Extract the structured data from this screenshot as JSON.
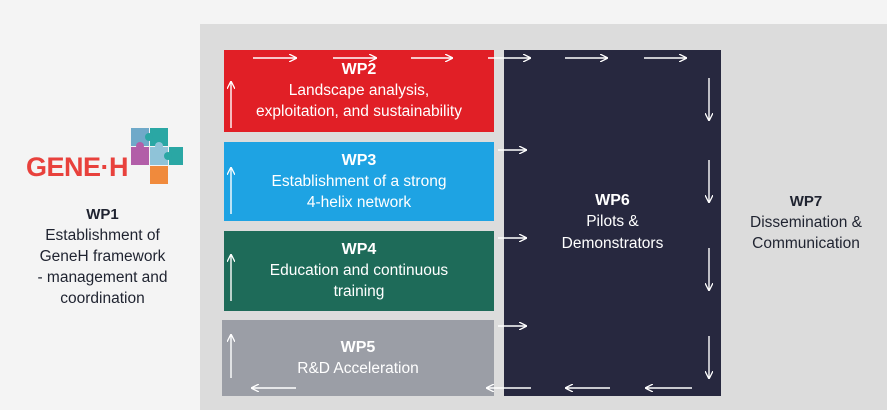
{
  "wp1": {
    "title": "WP1",
    "lines": [
      "Establishment of",
      "GeneH framework",
      "- management and",
      "coordination"
    ]
  },
  "logo": {
    "text": "GENE·H",
    "icon": "puzzle-pieces-icon"
  },
  "wp2": {
    "title": "WP2",
    "lines": [
      "Landscape analysis,",
      "exploitation, and sustainability"
    ]
  },
  "wp3": {
    "title": "WP3",
    "lines": [
      "Establishment of a strong",
      "4-helix network"
    ]
  },
  "wp4": {
    "title": "WP4",
    "lines": [
      "Education and continuous",
      "training"
    ]
  },
  "wp5": {
    "title": "WP5",
    "lines": [
      "R&D Acceleration"
    ]
  },
  "wp6": {
    "title": "WP6",
    "lines": [
      "Pilots &",
      "Demonstrators"
    ]
  },
  "wp7": {
    "title": "WP7",
    "lines": [
      "Dissemination &",
      "Communication"
    ]
  },
  "colors": {
    "wp2": "#e11f26",
    "wp3": "#1ea3e3",
    "wp4": "#1e6b59",
    "wp5": "#9b9ea6",
    "wp6": "#27283f",
    "panel": "#dcdcdc",
    "logo_red": "#e8413c",
    "logo_teal": "#2aa7a4"
  },
  "arrows": {
    "icon": "arrow-icon"
  }
}
